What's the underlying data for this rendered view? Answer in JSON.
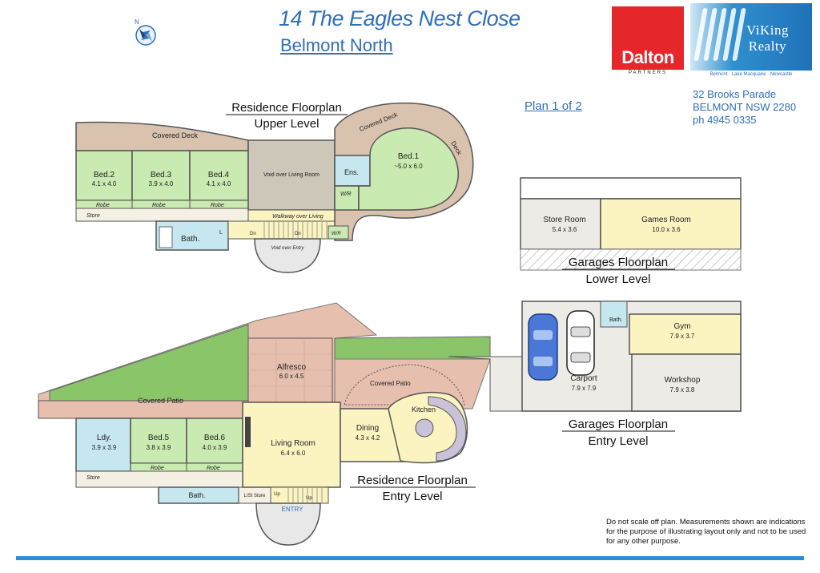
{
  "header": {
    "title_line1": "14 The Eagles Nest Close",
    "title_line2": "Belmont North",
    "plan_number": "Plan 1 of 2"
  },
  "compass": {
    "label": "N"
  },
  "agency": {
    "dalton_name": "Dalton",
    "dalton_sub": "PARTNERS",
    "viking_name_line1": "ViKing",
    "viking_name_line2": "Realty",
    "viking_sub": "Belmont · Lake Macquarie · Newcastle",
    "address_line1": "32 Brooks Parade",
    "address_line2": "BELMONT NSW 2280",
    "address_line3": "ph 4945 0335"
  },
  "section_titles": {
    "residence_upper_1": "Residence Floorplan",
    "residence_upper_2": "Upper Level",
    "garages_lower_1": "Garages Floorplan",
    "garages_lower_2": "Lower Level",
    "garages_entry_1": "Garages Floorplan",
    "garages_entry_2": "Entry Level",
    "residence_entry_1": "Residence Floorplan",
    "residence_entry_2": "Entry Level"
  },
  "rooms": {
    "covered_deck_upper": "Covered Deck",
    "covered_deck_curved": "Covered Deck",
    "deck": "Deck",
    "bed2": "Bed.2",
    "bed2_dim": "4.1 x 4.0",
    "bed3": "Bed.3",
    "bed3_dim": "3.9 x 4.0",
    "bed4": "Bed.4",
    "bed4_dim": "4.1 x 4.0",
    "bed1": "Bed.1",
    "bed1_dim": "~5.0 x 6.0",
    "void_living": "Void over Living Room",
    "ens": "Ens.",
    "wir_upper": "W/R",
    "robe": "Robe",
    "store": "Store",
    "walkway": "Walkway over Living",
    "bath_upper": "Bath.",
    "dn": "Dn",
    "wir2": "W/R",
    "void_entry": "Void over Entry",
    "store_room": "Store Room",
    "store_room_dim": "5.4 x 3.6",
    "games_room": "Games Room",
    "games_room_dim": "10.0 x 3.6",
    "alfresco": "Alfresco",
    "alfresco_dim": "6.0 x 4.5",
    "covered_patio_left": "Covered Patio",
    "covered_patio_right": "Covered Patio",
    "kitchen": "Kitchen",
    "dining": "Dining",
    "dining_dim": "4.3 x 4.2",
    "living": "Living Room",
    "living_dim": "6.4 x 6.0",
    "ldy": "Ldy.",
    "ldy_dim": "3.9 x 3.9",
    "bed5": "Bed.5",
    "bed5_dim": "3.8 x 3.9",
    "bed6": "Bed.6",
    "bed6_dim": "4.0 x 3.9",
    "bath_entry": "Bath.",
    "lst_store": "L/St Store",
    "up": "Up",
    "entry": "ENTRY",
    "gym": "Gym",
    "gym_dim": "7.9 x 3.7",
    "bath_garage": "Bath.",
    "carport": "Carport",
    "carport_dim": "7.9 x 7.9",
    "workshop": "Workshop",
    "workshop_dim": "7.9 x 3.8",
    "l": "L"
  },
  "disclaimer": "Do not scale off plan.  Measurements shown are indications for the purpose of illustrating layout only and not to be used for any other purpose.",
  "colors": {
    "deck": "#d9c3ae",
    "bedroom": "#c9eab0",
    "void": "#cdc7ba",
    "living": "#fbf3c0",
    "wet": "#c6e7ef",
    "lawn": "#8bc569",
    "patio": "#e6bfae",
    "lower": "#ecebe6",
    "brand_blue": "#2f6fb8"
  }
}
